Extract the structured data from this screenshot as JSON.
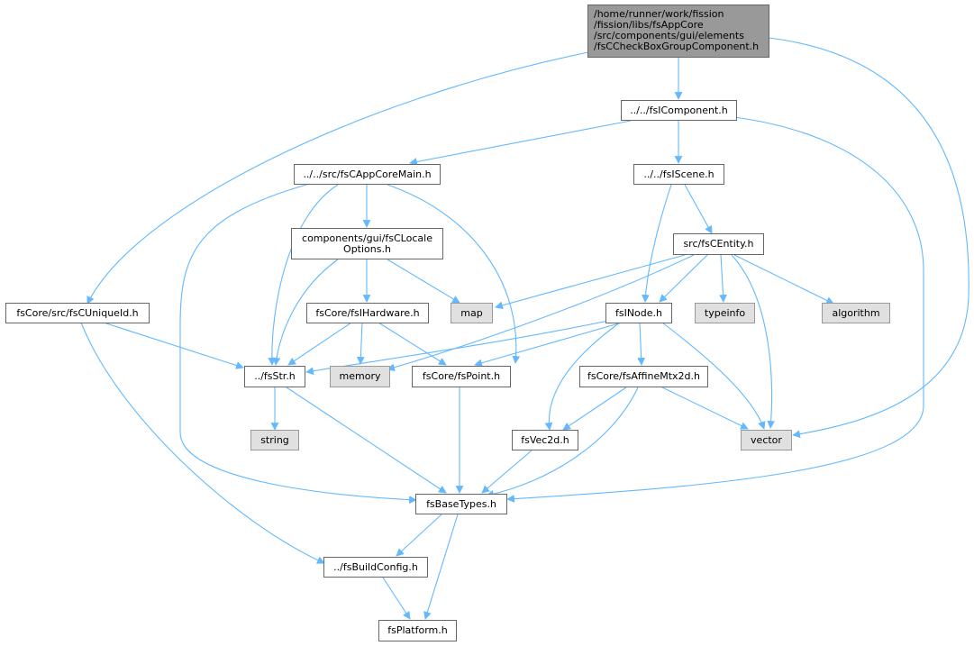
{
  "colors": {
    "edge": "#63b8ff",
    "node_border": "#666666",
    "system_fill": "#e0e0e0",
    "root_fill": "#999999"
  },
  "nodes": {
    "root": "/home/runner/work/fission\n/fission/libs/fsAppCore\n/src/components/gui/elements\n/fsCCheckBoxGroupComponent.h",
    "icomponent": "../../fsIComponent.h",
    "appcoremain": "../../src/fsCAppCoreMain.h",
    "iscene": "../../fsIScene.h",
    "localeoptions": "components/gui/fsCLocale\nOptions.h",
    "centity": "src/fsCEntity.h",
    "uniqueid": "fsCore/src/fsCUniqueId.h",
    "ihardware": "fsCore/fsIHardware.h",
    "map": "map",
    "inode": "fsINode.h",
    "typeinfo": "typeinfo",
    "algorithm": "algorithm",
    "str": "../fsStr.h",
    "memory": "memory",
    "point": "fsCore/fsPoint.h",
    "affine": "fsCore/fsAffineMtx2d.h",
    "string": "string",
    "vec2d": "fsVec2d.h",
    "vector": "vector",
    "basetypes": "fsBaseTypes.h",
    "buildconfig": "../fsBuildConfig.h",
    "platform": "fsPlatform.h"
  }
}
